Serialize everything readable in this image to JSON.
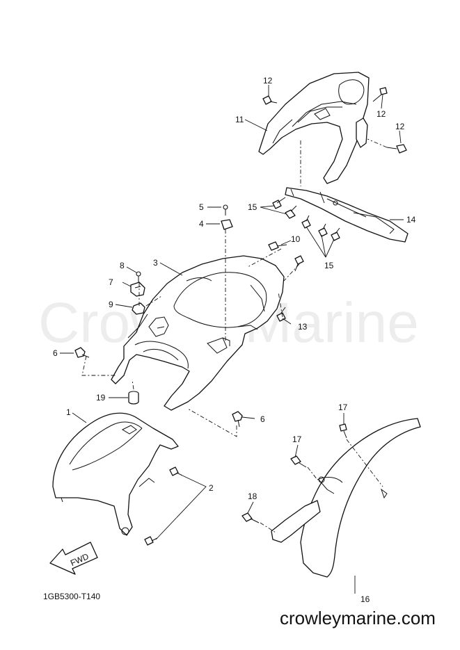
{
  "watermark": "CrowleyMarine",
  "diagram_code": "1GB5300-T140",
  "website": "crowleymarine.com",
  "direction_label": "FWD",
  "callouts": {
    "c1": "1",
    "c2": "2",
    "c3": "3",
    "c4": "4",
    "c5": "5",
    "c6a": "6",
    "c6b": "6",
    "c7": "7",
    "c8": "8",
    "c9": "9",
    "c10": "10",
    "c11": "11",
    "c12a": "12",
    "c12b": "12",
    "c12c": "12",
    "c13": "13",
    "c14": "14",
    "c15a": "15",
    "c15b": "15",
    "c16": "16",
    "c17a": "17",
    "c17b": "17",
    "c18": "18",
    "c19": "19"
  }
}
